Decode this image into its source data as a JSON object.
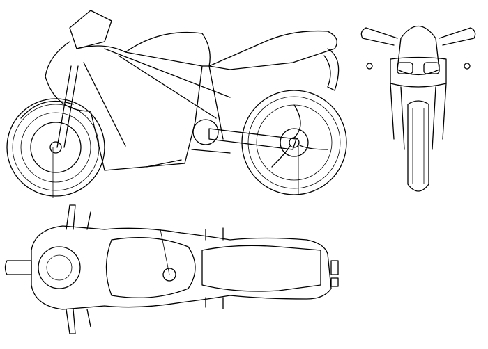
{
  "drawing": {
    "views": [
      "side",
      "front",
      "top"
    ],
    "line_color": "#000000",
    "background_color": "#ffffff"
  }
}
